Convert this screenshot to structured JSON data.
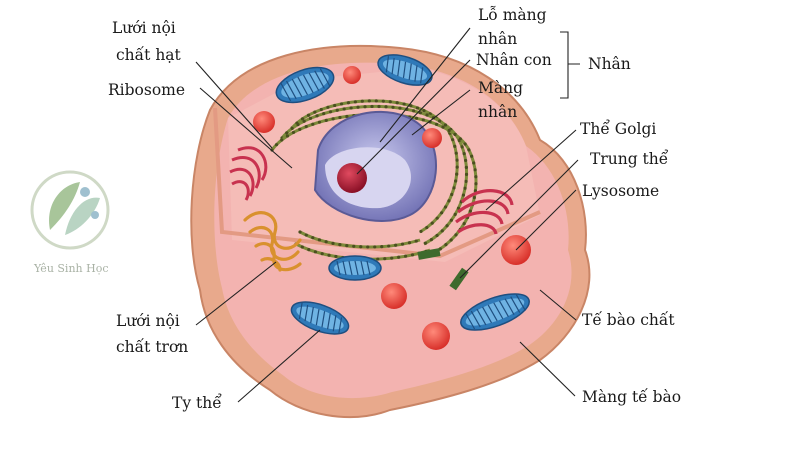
{
  "diagram": {
    "labels": {
      "er_rough": [
        "Lưới nội",
        "chất hạt"
      ],
      "ribosome": "Ribosome",
      "nuclear_pore": [
        "Lỗ màng",
        "nhân"
      ],
      "nucleolus": "Nhân con",
      "nuclear_envelope": [
        "Màng",
        "nhân"
      ],
      "nucleus_group": "Nhân",
      "golgi": "Thể Golgi",
      "centrosome": "Trung thể",
      "lysosome": "Lysosome",
      "cytoplasm": "Tế bào chất",
      "cell_membrane": "Màng tế bào",
      "er_smooth": [
        "Lưới nội",
        "chất trơn"
      ],
      "mitochondria": "Ty thể"
    },
    "watermark": "Yêu Sinh Học"
  },
  "colors": {
    "membrane": "#e8a98c",
    "membrane_dark": "#d08a6b",
    "cytoplasm": "#f3b3b0",
    "cut_face": "#f6c7bf",
    "mitochondria": "#2f79b8",
    "mitochondria_inner": "#6fb3e3",
    "nucleus": "#9c9ccf",
    "nucleolus": "#b8213a",
    "lysosome": "#e2453b",
    "golgi": "#c8324f",
    "smooth_er": "#d9912e",
    "rough_er_dots": "#4a4f1f",
    "centrosome": "#3e6b2d"
  }
}
